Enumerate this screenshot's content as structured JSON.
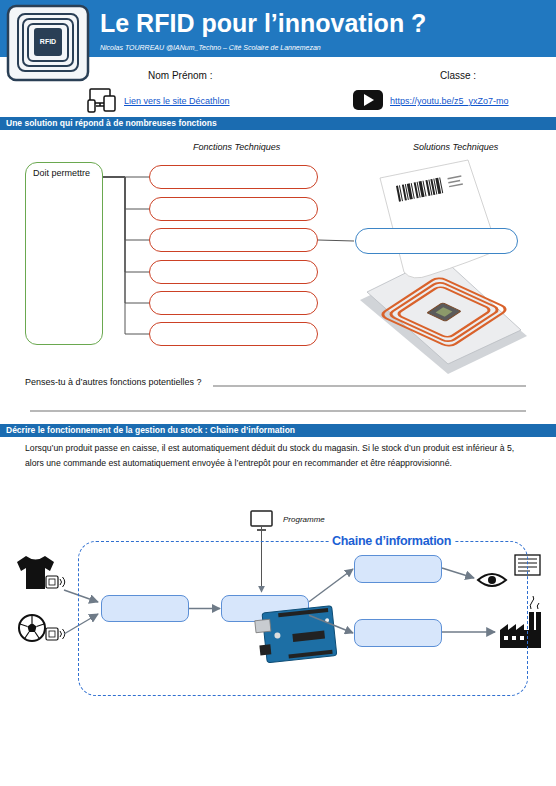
{
  "diagram": {
    "title": "Le RFID pour l’innovation ?",
    "nodes": [
      {
        "text": [
          "Doit permettre"
        ]
      },
      {
        "text": []
      },
      {
        "text": []
      },
      {
        "text": []
      },
      {
        "text": []
      },
      {
        "text": []
      },
      {
        "text": []
      },
      {
        "text": []
      },
      {
        "text": [
          "Chaine d’information"
        ]
      },
      {
        "text": [],
        "in": 8
      },
      {
        "text": [],
        "in": 8
      },
      {
        "text": [],
        "in": 8
      },
      {
        "text": [],
        "in": 8
      }
    ],
    "edges": [
      {
        "from": 0,
        "to": 1,
        "arrow": "none"
      },
      {
        "from": 0,
        "to": 2,
        "arrow": "none"
      },
      {
        "from": 0,
        "to": 3,
        "arrow": "none"
      },
      {
        "from": 0,
        "to": 4,
        "arrow": "none"
      },
      {
        "from": 0,
        "to": 5,
        "arrow": "none"
      },
      {
        "from": 0,
        "to": 6,
        "arrow": "none"
      },
      {
        "from": 3,
        "to": 7,
        "arrow": "none"
      },
      {
        "from": 9,
        "to": 10,
        "arrow": "to"
      },
      {
        "from": 10,
        "to": 11,
        "arrow": "to"
      },
      {
        "from": 10,
        "to": 12,
        "arrow": "to"
      }
    ],
    "labels": [
      "RFID",
      "Nicolas TOURREAU @IANum_Techno – Cité Scolaire de Lannemezan",
      "Nom Prénom :",
      "Classe :",
      "Lien vers le site Décathlon",
      "https://youtu.be/z5_yxZo7-mo",
      "Une solution qui répond à de nombreuses fonctions",
      "Fonctions Techniques",
      "Solutions Techniques",
      "Penses-tu à d’autres fonctions potentielles ?",
      "Décrire le fonctionnement de la gestion du stock : Chaine d’information",
      "Lorsqu’un produit passe en caisse, il est automatiquement déduit du stock du magasin. Si le stock d’un produit est inférieur à 5, alors une commande est automatiquement envoyée à l’entrepôt pour en recommander et être réapprovisionné.",
      "Programme"
    ]
  }
}
